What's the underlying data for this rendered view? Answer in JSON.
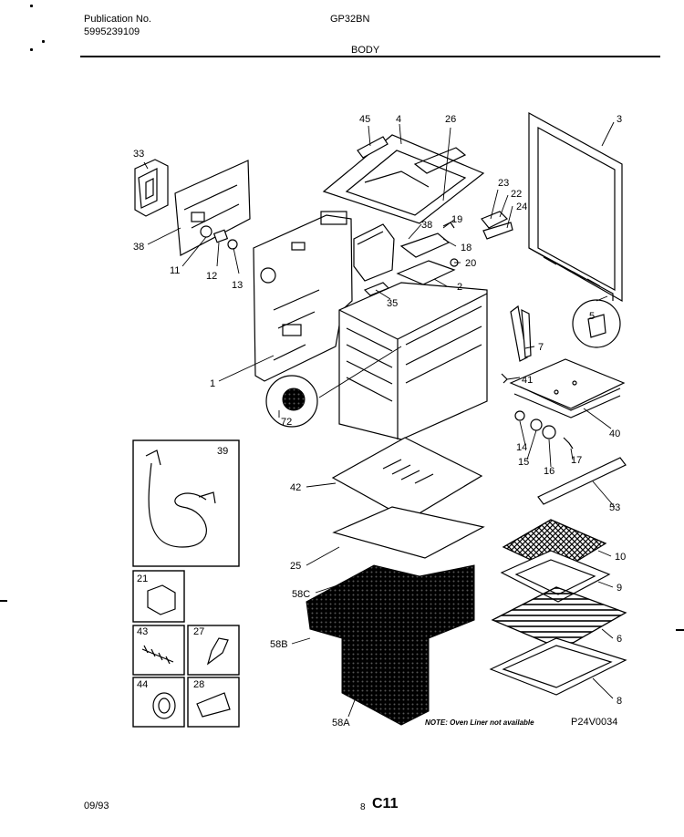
{
  "header": {
    "publication_label": "Publication No.",
    "publication_number": "5995239109",
    "model": "GP32BN",
    "section": "BODY"
  },
  "footer": {
    "date": "09/93",
    "page_prefix": "8",
    "page_code": "C11"
  },
  "diagram": {
    "drawing_id": "P24V0034",
    "note": "NOTE: Oven Liner not available",
    "callouts": [
      "1",
      "2",
      "3",
      "4",
      "5",
      "6",
      "8",
      "9",
      "10",
      "11",
      "12",
      "13",
      "14",
      "15",
      "16",
      "17",
      "18",
      "19",
      "20",
      "21",
      "22",
      "23",
      "24",
      "25",
      "26",
      "27",
      "28",
      "33",
      "35",
      "38",
      "38",
      "39",
      "40",
      "41",
      "42",
      "43",
      "44",
      "45",
      "53",
      "58A",
      "58B",
      "58C",
      "72",
      "7"
    ]
  }
}
